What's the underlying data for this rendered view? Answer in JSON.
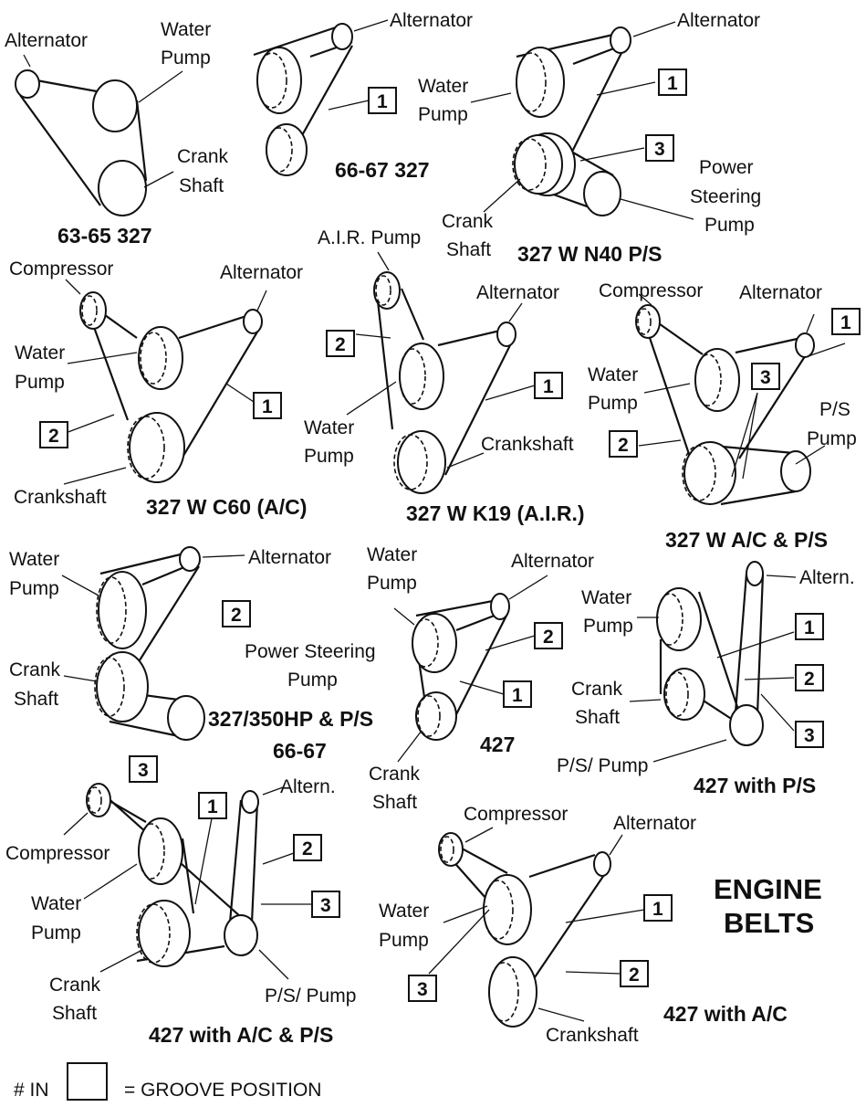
{
  "title_line1": "ENGINE",
  "title_line2": "BELTS",
  "legend": {
    "prefix": "# IN",
    "suffix": "= GROOVE POSITION"
  },
  "d1": {
    "caption": "63-65 327",
    "alternator": "Alternator",
    "water1": "Water",
    "water2": "Pump",
    "crank1": "Crank",
    "crank2": "Shaft"
  },
  "d2": {
    "caption": "66-67 327",
    "alternator": "Alternator",
    "n1": "1"
  },
  "d3": {
    "caption": "327 W N40 P/S",
    "alternator": "Alternator",
    "water1": "Water",
    "water2": "Pump",
    "crank1": "Crank",
    "crank2": "Shaft",
    "ps1": "Power",
    "ps2": "Steering",
    "ps3": "Pump",
    "n1": "1",
    "n3": "3"
  },
  "d4": {
    "caption": "327 W C60 (A/C)",
    "compressor": "Compressor",
    "alternator": "Alternator",
    "water1": "Water",
    "water2": "Pump",
    "crank": "Crankshaft",
    "n1": "1",
    "n2": "2"
  },
  "d5": {
    "caption": "327 W K19 (A.I.R.)",
    "air": "A.I.R. Pump",
    "alternator": "Alternator",
    "water1": "Water",
    "water2": "Pump",
    "crank": "Crankshaft",
    "n1": "1",
    "n2": "2"
  },
  "d6": {
    "caption": "327 W A/C & P/S",
    "compressor": "Compressor",
    "alternator": "Alternator",
    "water1": "Water",
    "water2": "Pump",
    "ps1": "P/S",
    "ps2": "Pump",
    "n1": "1",
    "n2": "2",
    "n3": "3"
  },
  "d7": {
    "caption1": "327/350HP & P/S",
    "caption2": "66-67",
    "alternator": "Alternator",
    "water1": "Water",
    "water2": "Pump",
    "crank1": "Crank",
    "crank2": "Shaft",
    "ps1": "Power Steering",
    "ps2": "Pump",
    "n2": "2"
  },
  "d8": {
    "caption": "427",
    "alternator": "Alternator",
    "water1": "Water",
    "water2": "Pump",
    "crank1": "Crank",
    "crank2": "Shaft",
    "n1": "1",
    "n2": "2"
  },
  "d9": {
    "caption": "427 with P/S",
    "altern": "Altern.",
    "water1": "Water",
    "water2": "Pump",
    "crank1": "Crank",
    "crank2": "Shaft",
    "ps": "P/S/ Pump",
    "n1": "1",
    "n2": "2",
    "n3": "3"
  },
  "d10": {
    "caption": "427 with A/C & P/S",
    "compressor": "Compressor",
    "altern": "Altern.",
    "water1": "Water",
    "water2": "Pump",
    "crank1": "Crank",
    "crank2": "Shaft",
    "ps": "P/S/ Pump",
    "n1": "1",
    "n2": "2",
    "n3": "3"
  },
  "d11": {
    "caption": "427 with A/C",
    "compressor": "Compressor",
    "alternator": "Alternator",
    "water1": "Water",
    "water2": "Pump",
    "crank": "Crankshaft",
    "n1": "1",
    "n2": "2",
    "n3": "3"
  }
}
